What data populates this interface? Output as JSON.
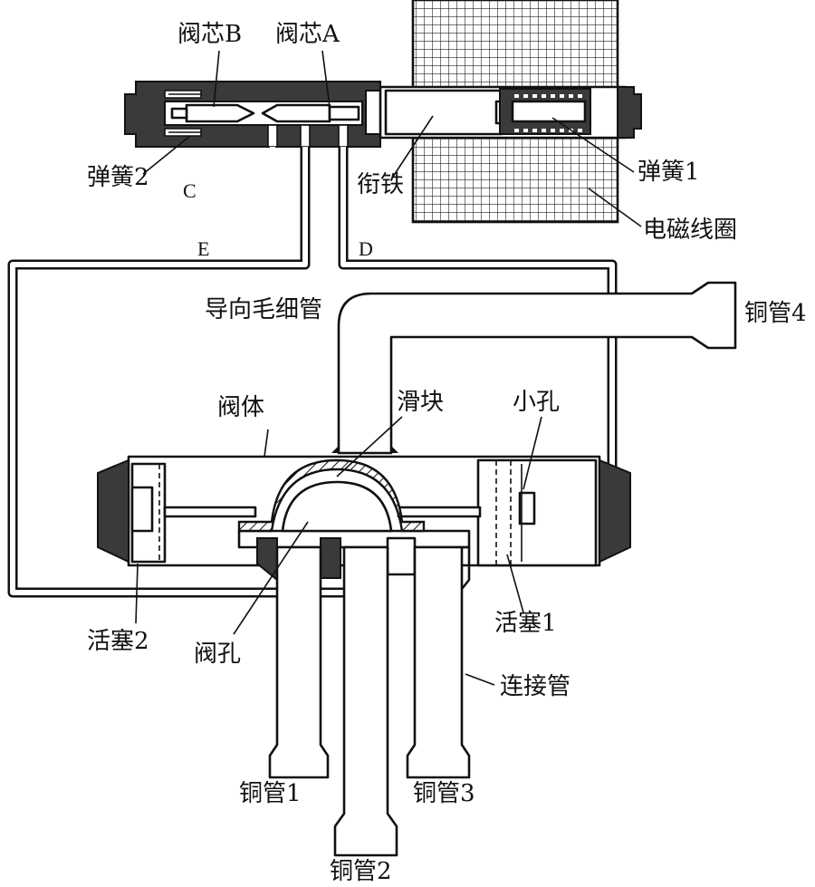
{
  "labels": {
    "valve_core_b": "阀芯B",
    "valve_core_a": "阀芯A",
    "spring_2": "弹簧2",
    "c": "C",
    "armature": "衔铁",
    "spring_1": "弹簧1",
    "e": "E",
    "d": "D",
    "coil": "电磁线圈",
    "pilot_capillary": "导向毛细管",
    "copper_tube_4": "铜管4",
    "valve_body": "阀体",
    "slider": "滑块",
    "small_hole": "小孔",
    "piston_2": "活塞2",
    "valve_port": "阀孔",
    "piston_1": "活塞1",
    "connecting_tube": "连接管",
    "copper_tube_1": "铜管1",
    "copper_tube_3": "铜管3",
    "copper_tube_2": "铜管2"
  },
  "colors": {
    "ink": "#111111",
    "dark_fill": "#3a3a3a",
    "coil_fill": "#ffffff"
  }
}
